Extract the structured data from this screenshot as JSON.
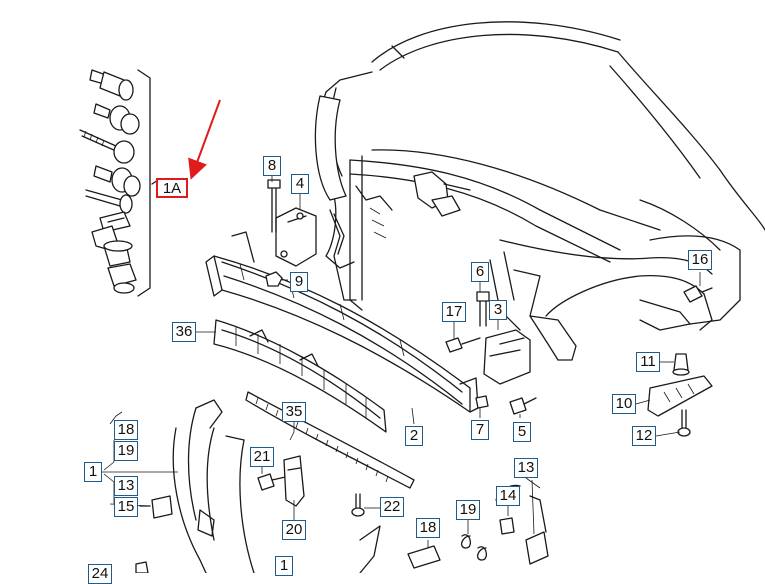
{
  "colors": {
    "callout_border": "#1f5c8c",
    "highlight": "#e01b1b",
    "line": "#1a1a1a"
  },
  "callouts": {
    "c1A": "1A",
    "c1": "1",
    "c1b": "1",
    "c2": "2",
    "c3": "3",
    "c4": "4",
    "c5": "5",
    "c6": "6",
    "c7": "7",
    "c8": "8",
    "c9": "9",
    "c10": "10",
    "c11": "11",
    "c12": "12",
    "c13": "13",
    "c13b": "13",
    "c14": "14",
    "c15": "15",
    "c16": "16",
    "c17": "17",
    "c18": "18",
    "c18b": "18",
    "c19": "19",
    "c19b": "19",
    "c20": "20",
    "c21": "21",
    "c22": "22",
    "c24": "24",
    "c35": "35",
    "c36": "36"
  }
}
